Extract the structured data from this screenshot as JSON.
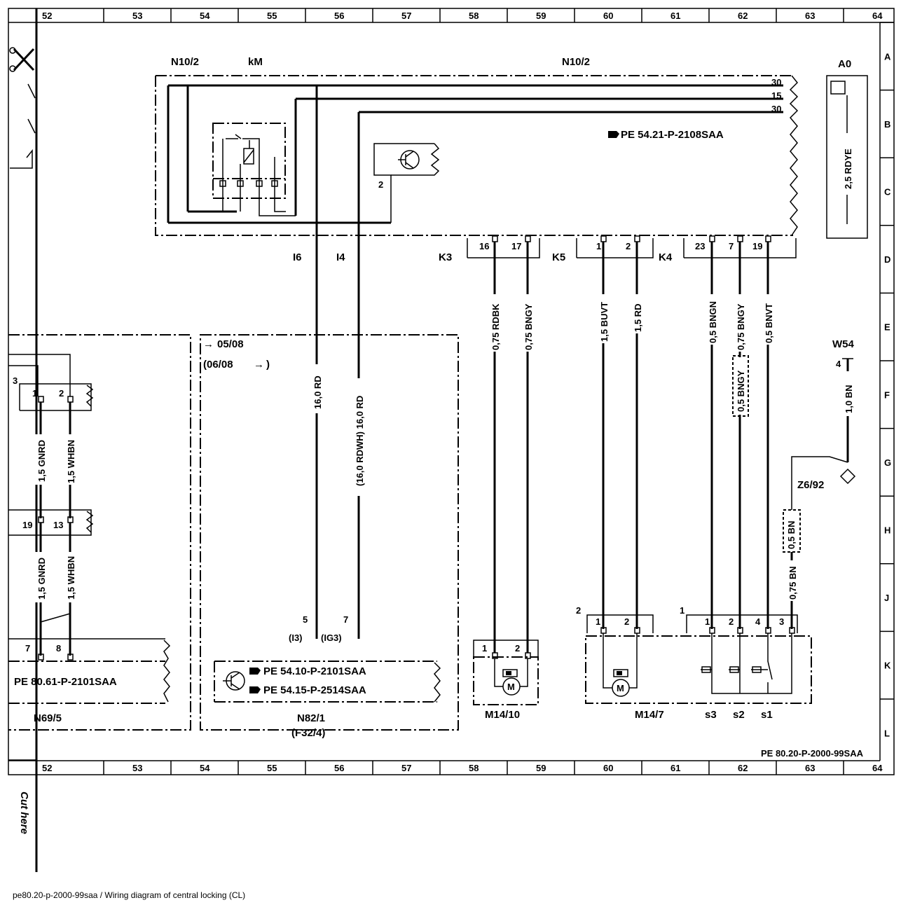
{
  "grid": {
    "columns": [
      "52",
      "53",
      "54",
      "55",
      "56",
      "57",
      "58",
      "59",
      "60",
      "61",
      "62",
      "63",
      "64"
    ],
    "rows": [
      "A",
      "B",
      "C",
      "D",
      "E",
      "F",
      "G",
      "H",
      "J",
      "K",
      "L"
    ]
  },
  "components": {
    "n10_2_left": "N10/2",
    "km": "kM",
    "n10_2": "N10/2",
    "a0": "A0",
    "a0_wire": "2,5 RDYE",
    "ref_top": "PE 54.21-P-2108SAA",
    "terminal_30a": "30",
    "terminal_15": "15",
    "terminal_30b": "30",
    "transistor_pin": "2",
    "i6": "I6",
    "i4": "I4",
    "k3": "K3",
    "k5": "K5",
    "k4": "K4",
    "pins_k3": [
      "16",
      "17"
    ],
    "pins_k5": [
      "1",
      "2"
    ],
    "pins_k4": [
      "23",
      "7",
      "19"
    ],
    "w54": "W54",
    "w54_pin": "4",
    "z6_92": "Z6/92",
    "range_a": "05/08",
    "range_b": "(06/08",
    "range_b_end": ")",
    "n69_5": "N69/5",
    "ref_n69": "PE 80.61-P-2101SAA",
    "n82_1": "N82/1",
    "f32_4": "(F32/4)",
    "ref_n82_a": "PE 54.10-P-2101SAA",
    "ref_n82_b": "PE 54.15-P-2514SAA",
    "n82_pin5": "5",
    "n82_pin7": "7",
    "n82_i3": "(I3)",
    "n82_ig3": "(IG3)",
    "m14_10": "M14/10",
    "m14_7": "M14/7",
    "motor_m": "M",
    "s3": "s3",
    "s2": "s2",
    "s1": "s1",
    "m14_10_pins": [
      "1",
      "2"
    ],
    "m14_7_conn": "2",
    "m14_7_pins": [
      "1",
      "2"
    ],
    "switch_conn": "1",
    "switch_pins": [
      "1",
      "2",
      "4",
      "3"
    ],
    "n69_pins_top": [
      "3",
      "1",
      "2"
    ],
    "n69_pins_mid": [
      "19",
      "13"
    ],
    "n69_pins_bot": [
      "7",
      "8"
    ],
    "footer_ref": "PE 80.20-P-2000-99SAA",
    "cut_here": "Cut here"
  },
  "wires": {
    "rdbk": "0,75 RDBK",
    "bngy": "0,75 BNGY",
    "buvt": "1,5 BUVT",
    "rd15": "1,5 RD",
    "bngn": "0,5 BNGN",
    "bngy2": "0,75 BNGY",
    "bnvt": "0,5 BNVT",
    "bngy_small": "0,5 BNGY",
    "bn10": "1,0 BN",
    "bn05": "0,5 BN",
    "bn075": "0,75 BN",
    "rd16a": "16,0 RD",
    "rd16b": "(16,0 RDWH) 16,0 RD",
    "gnrd_a": "1,5 GNRD",
    "whbn_a": "1,5 WHBN",
    "gnrd_b": "1,5 GNRD",
    "whbn_b": "1,5 WHBN"
  },
  "caption": "pe80.20-p-2000-99saa / Wiring diagram of central locking (CL)"
}
